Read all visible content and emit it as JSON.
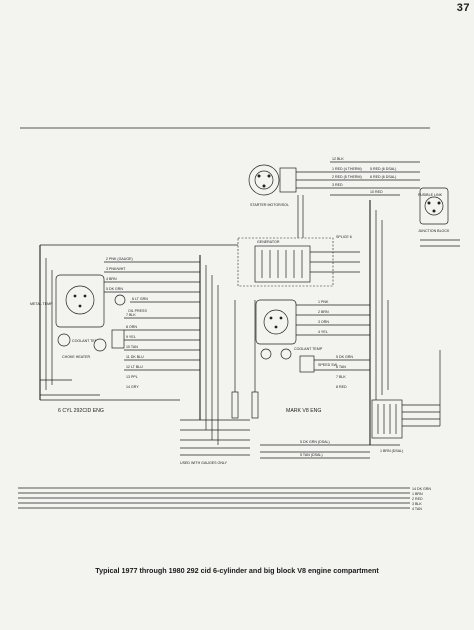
{
  "page": {
    "number": "37"
  },
  "caption": "Typical 1977 through 1980 292 cid 6-cylinder and big block V8 engine compartment",
  "sections": {
    "left_title": "6 CYL 292CID ENG",
    "right_title": "MARK V8 ENG"
  },
  "components": {
    "starter": "STARTER MOTOR/SOL",
    "generator": "GENERATOR",
    "junction": "JUNCTION BLOCK",
    "splice": "SPLICE 6",
    "coolant_left": "COOLANT TEMP",
    "coolant_right": "COOLANT TEMP",
    "choke_heater": "CHOKE HEATER",
    "oil_press": "OIL PRESS",
    "speed_sw": "SPEED SW",
    "fusible_link": "FUSIBLE LINK",
    "metal_temp": "METAL TEMP"
  },
  "wire_labels": {
    "top": [
      "12 BLK",
      "1 RED (4 THERM)",
      "2 RED (5 THERM)",
      "3 RED",
      "5 RED (6 DSAL)",
      "6 RED (6 DSAL)",
      "10 RED"
    ],
    "left": [
      "2 PNK (GAUGE)",
      "3 PNK/WHT",
      "4 BRN",
      "5 DK GRN",
      "6 LT GRN",
      "7 BLK",
      "8 ORN",
      "9 YEL",
      "10 TAN",
      "11 DK BLU",
      "12 LT BLU",
      "13 PPL",
      "14 GRY"
    ],
    "right": [
      "1 PNK",
      "2 BRN",
      "3 ORN",
      "4 YEL",
      "5 DK GRN",
      "6 TAN",
      "7 BLK",
      "8 RED"
    ],
    "bottom_left": "USED WITH GAUGES ONLY",
    "bottom_right": [
      "5 DK GRN (DSAL)",
      "5 TAN (DSAL)",
      "1 BRN (DSAL)"
    ],
    "bus": [
      "14 DK GRN",
      "1 BRN",
      "2 RED",
      "3 BLK",
      "4 TAN"
    ]
  }
}
